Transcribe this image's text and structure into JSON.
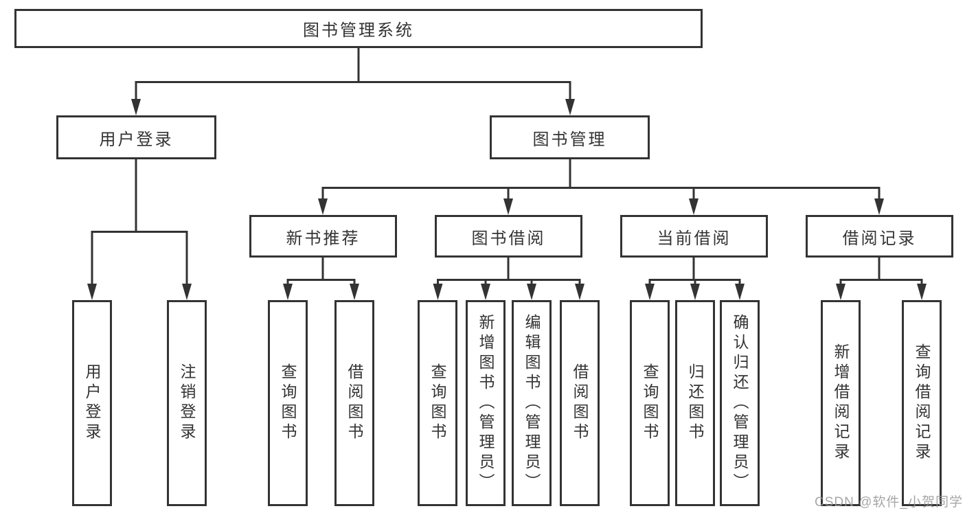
{
  "tree": {
    "root": {
      "label": "图书管理系统"
    },
    "level2": [
      {
        "label": "用户登录"
      },
      {
        "label": "图书管理"
      }
    ],
    "level3": [
      {
        "label": "新书推荐"
      },
      {
        "label": "图书借阅"
      },
      {
        "label": "当前借阅"
      },
      {
        "label": "借阅记录"
      }
    ],
    "leaves": {
      "user_login": [
        "用户登录",
        "注销登录"
      ],
      "new_book_recommend": [
        "查询图书",
        "借阅图书"
      ],
      "book_borrow": [
        "查询图书",
        "新增图书（管理员）",
        "编辑图书（管理员）",
        "借阅图书"
      ],
      "current_borrow": [
        "查询图书",
        "归还图书",
        "确认归还（管理员）"
      ],
      "borrow_records": [
        "新增借阅记录",
        "查询借阅记录"
      ]
    }
  },
  "watermark": {
    "text": "CSDN @软件_小贺同学",
    "color": "#969696"
  },
  "colors": {
    "line": "#333333",
    "box_border": "#333333",
    "text": "#333333",
    "background": "#ffffff"
  }
}
